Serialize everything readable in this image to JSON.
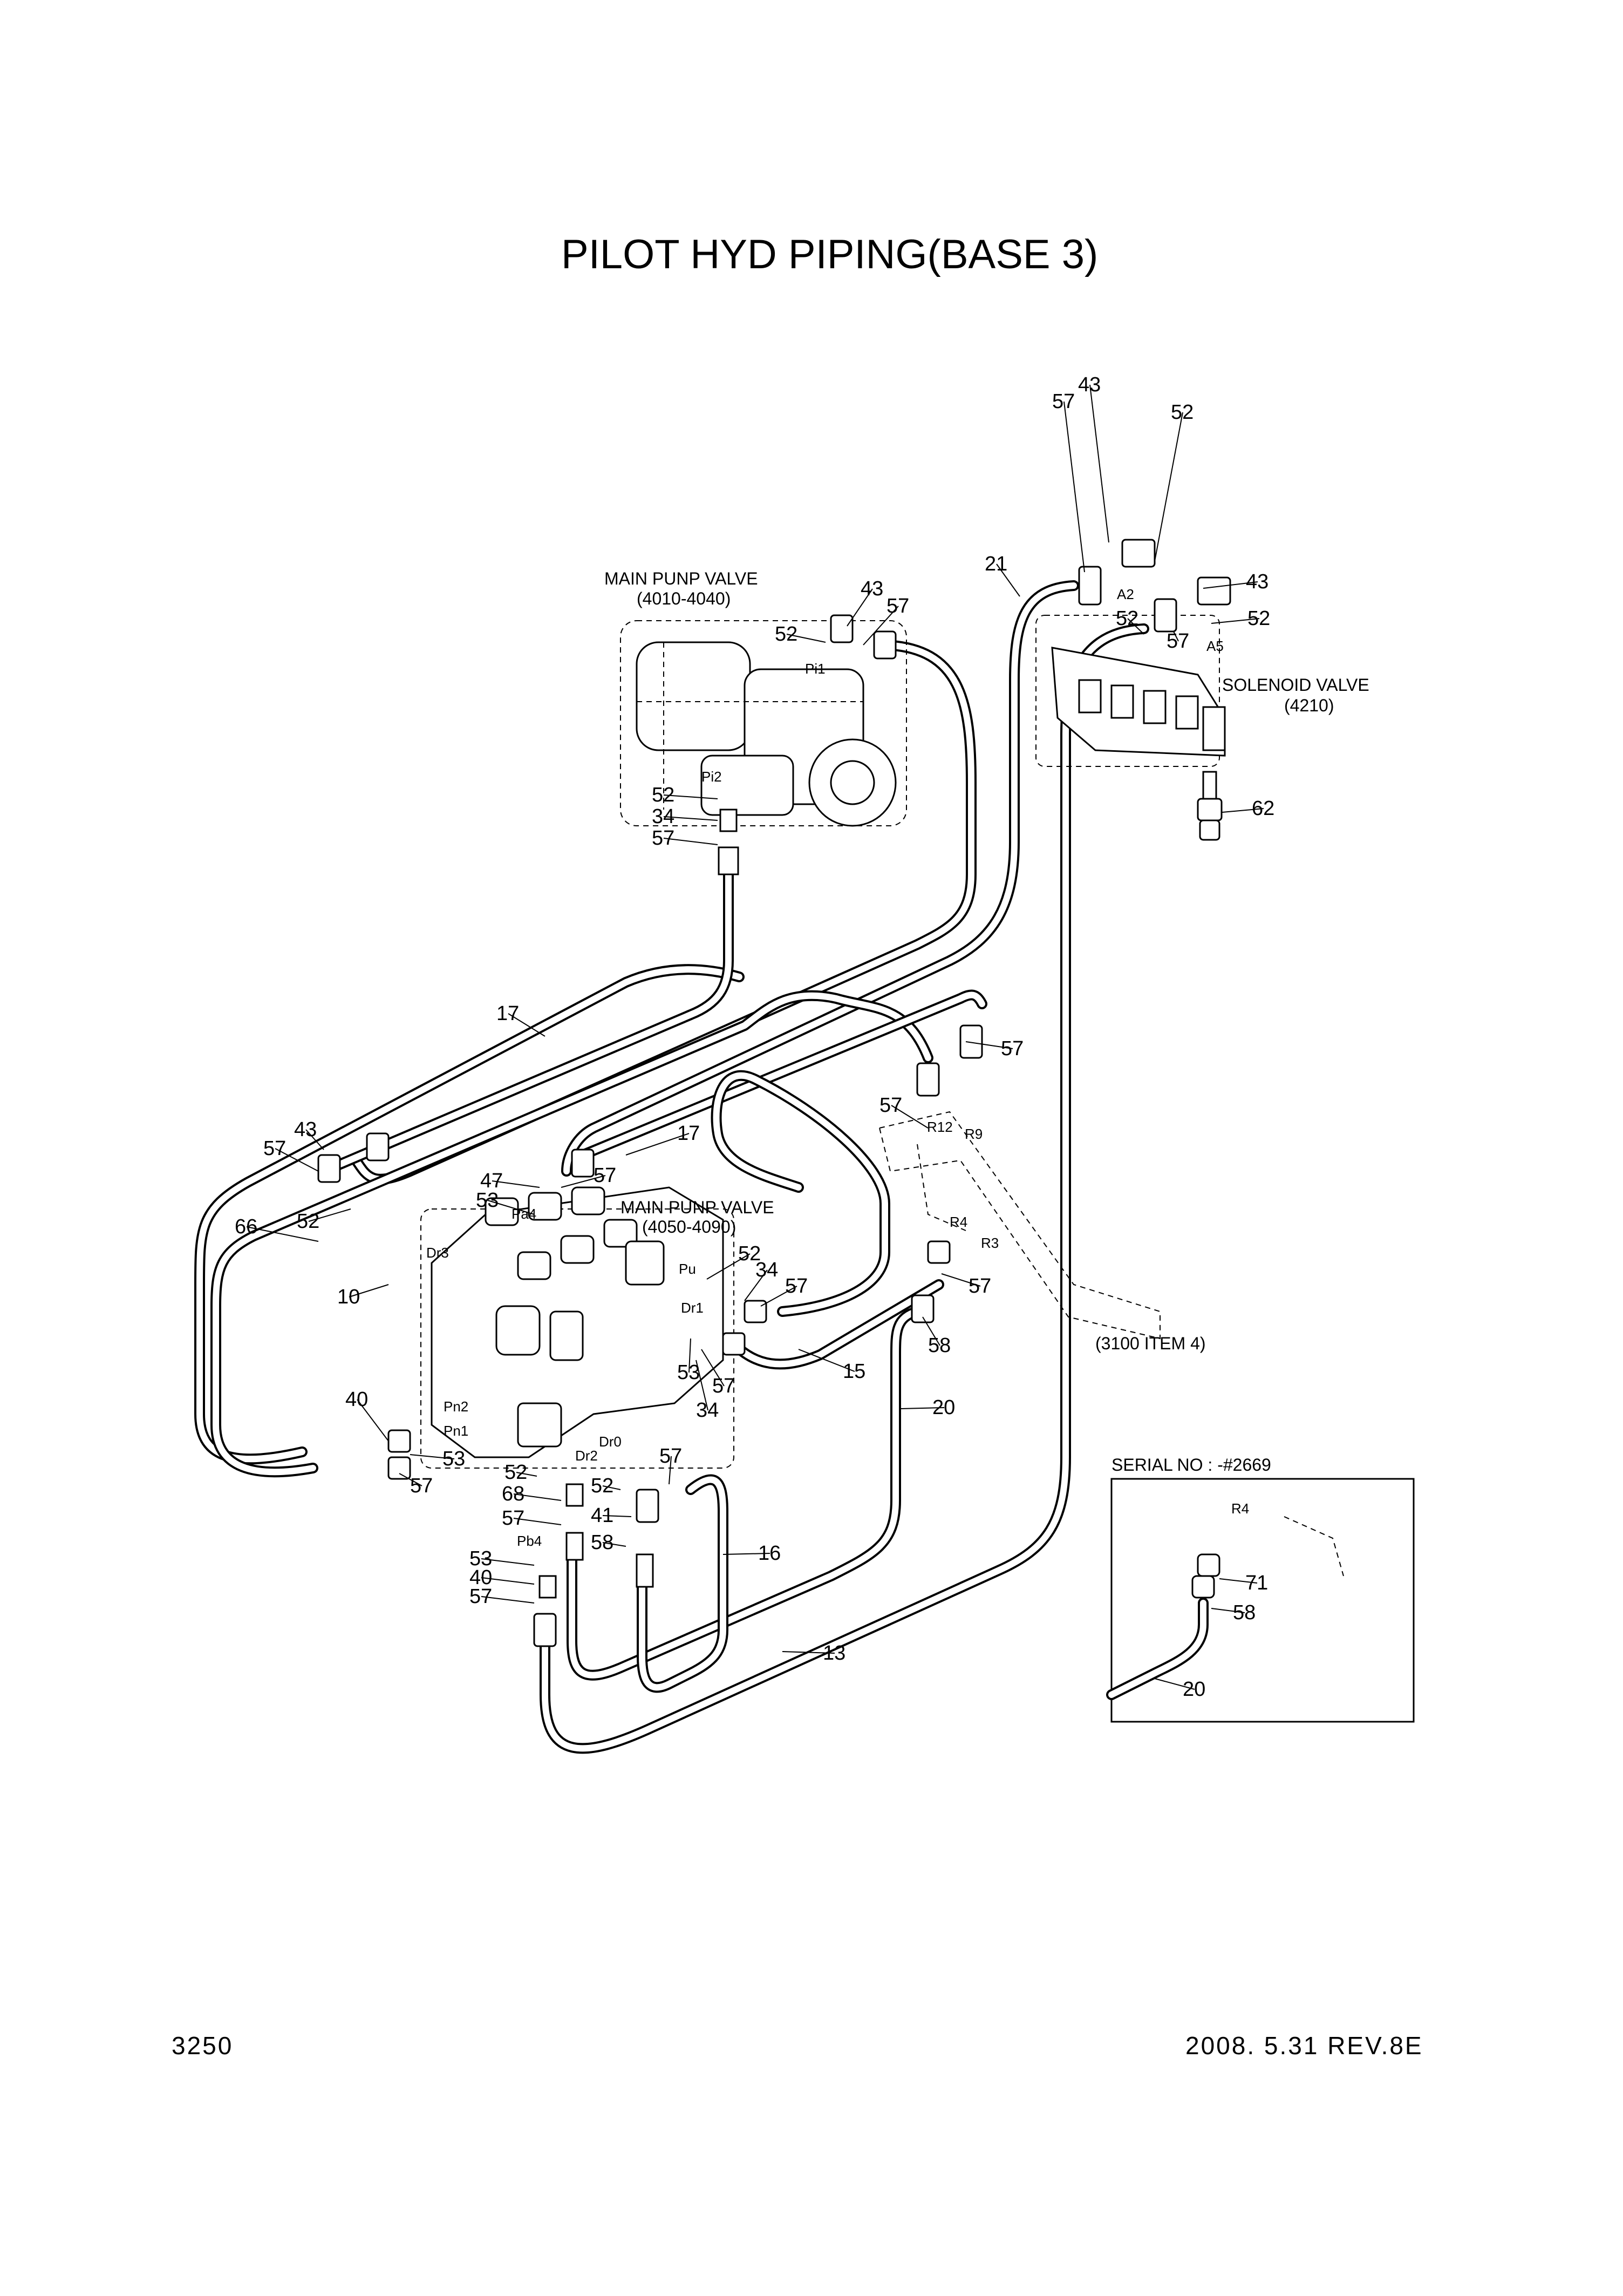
{
  "title": "PILOT HYD PIPING(BASE 3)",
  "page_number": "3250",
  "revision": "2008. 5.31  REV.8E",
  "assemblies": {
    "main_pump_upper_name": "MAIN PUNP VALVE",
    "main_pump_upper_range": "(4010-4040)",
    "main_pump_lower_name": "MAIN PUNP VALVE",
    "main_pump_lower_range": "(4050-4090)",
    "solenoid_name": "SOLENOID VALVE",
    "solenoid_code": "(4210)",
    "reference_note": "(3100 ITEM 4)"
  },
  "inset": {
    "caption": "SERIAL NO : -#2669"
  },
  "ports": [
    "Pi1",
    "Pi2",
    "A2",
    "A5",
    "R12",
    "R9",
    "R4",
    "R3",
    "Pa4",
    "Dr3",
    "Pu",
    "Dr1",
    "Pn2",
    "Pn1",
    "Dr2",
    "Dr0",
    "Pb4",
    "R4"
  ],
  "callouts": [
    "43",
    "57",
    "52",
    "21",
    "52",
    "43",
    "52",
    "57",
    "43",
    "57",
    "52",
    "62",
    "52",
    "34",
    "57",
    "17",
    "57",
    "57",
    "43",
    "57",
    "17",
    "47",
    "57",
    "53",
    "52",
    "66",
    "10",
    "52",
    "34",
    "57",
    "40",
    "53",
    "57",
    "53",
    "57",
    "34",
    "58",
    "57",
    "15",
    "20",
    "52",
    "52",
    "57",
    "68",
    "41",
    "57",
    "58",
    "16",
    "53",
    "40",
    "57",
    "13",
    "71",
    "58",
    "20"
  ]
}
